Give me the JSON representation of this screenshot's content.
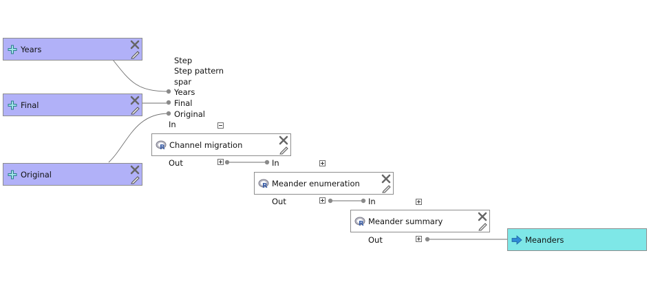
{
  "inputs": [
    {
      "name": "Years"
    },
    {
      "name": "Final"
    },
    {
      "name": "Original"
    }
  ],
  "params": {
    "listed": [
      "Step",
      "Step pattern",
      "spar",
      "Years",
      "Final",
      "Original"
    ],
    "in_label": "In",
    "out_label": "Out"
  },
  "algorithms": [
    {
      "name": "Channel migration",
      "icon": "r-logo-icon"
    },
    {
      "name": "Meander enumeration",
      "icon": "r-logo-icon"
    },
    {
      "name": "Meander summary",
      "icon": "r-logo-icon"
    }
  ],
  "output": {
    "name": "Meanders",
    "icon": "arrow-right-icon"
  },
  "colors": {
    "input_fill": "#b1b1f8",
    "output_fill": "#7ee7e7",
    "algorithm_fill": "#ffffff",
    "wire": "#6e6e6e",
    "port": "#8a8a8a"
  }
}
